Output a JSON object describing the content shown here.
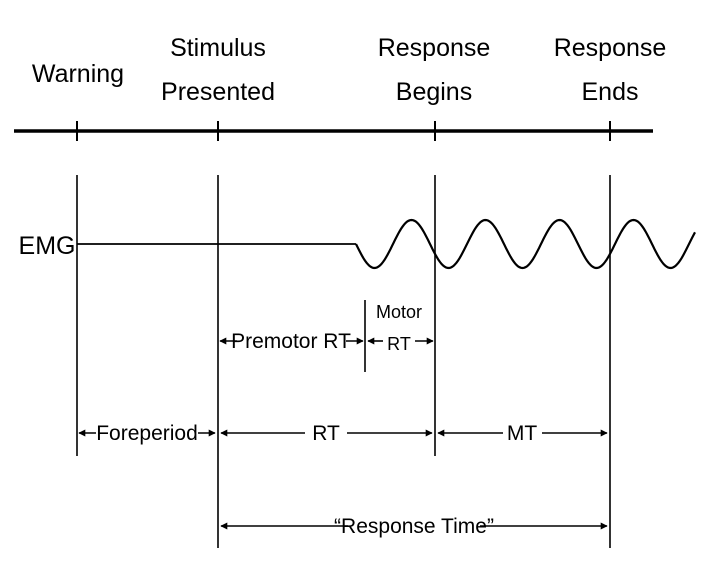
{
  "colors": {
    "ink": "#000000",
    "background": "#ffffff"
  },
  "events": {
    "warning": "Warning",
    "stimulus_line1": "Stimulus",
    "stimulus_line2": "Presented",
    "response_begins_line1": "Response",
    "response_begins_line2": "Begins",
    "response_ends_line1": "Response",
    "response_ends_line2": "Ends"
  },
  "signal": {
    "label": "EMG"
  },
  "intervals": {
    "premotor_rt": "Premotor RT",
    "motor_line1": "Motor",
    "motor_line2": "RT",
    "foreperiod": "Foreperiod",
    "rt": "RT",
    "mt": "MT",
    "response_time": "“Response Time”"
  }
}
